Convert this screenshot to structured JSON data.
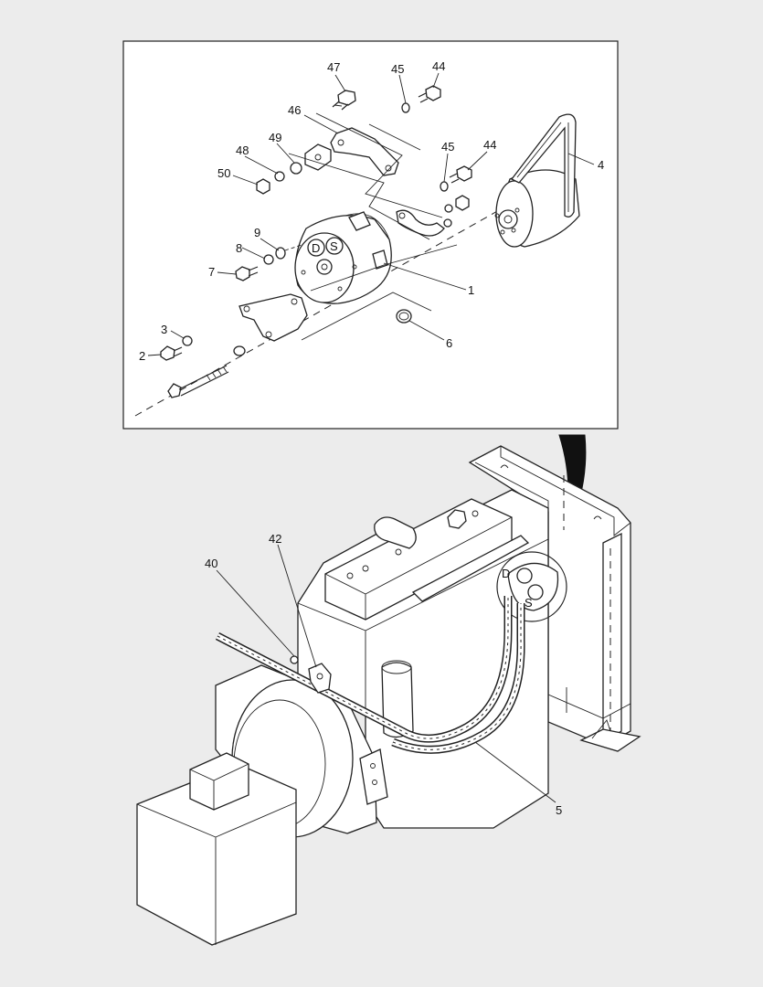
{
  "diagram": {
    "detail_callouts": [
      "47",
      "45",
      "44",
      "46",
      "49",
      "48",
      "50",
      "45",
      "44",
      "4",
      "9",
      "8",
      "7",
      "1",
      "3",
      "2",
      "6"
    ],
    "engine_callouts": [
      "42",
      "40",
      "5"
    ],
    "hose_markers": {
      "discharge": "D",
      "suction": "S"
    },
    "colors": {
      "background": "#ececec",
      "line": "#222222",
      "panel": "#ffffff"
    }
  }
}
